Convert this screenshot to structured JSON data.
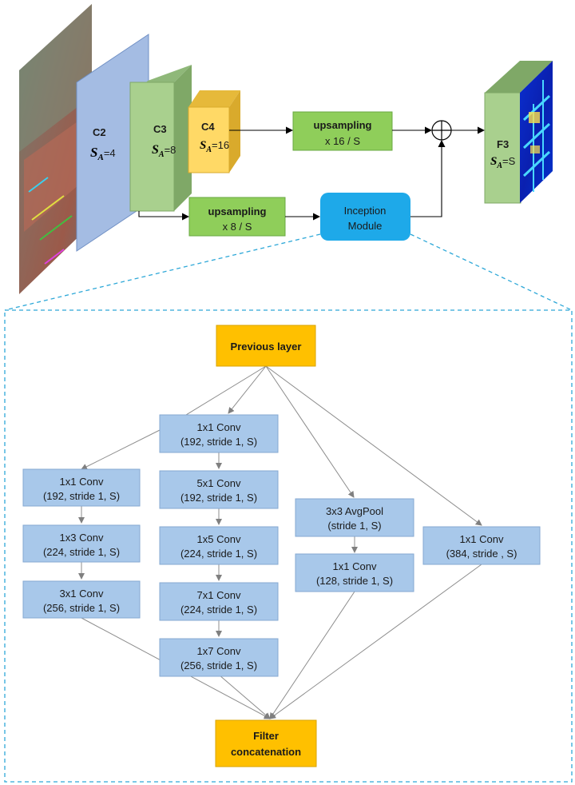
{
  "colors": {
    "layer_c2": "#a4bce3",
    "layer_c3": "#a9d08e",
    "layer_c4": "#ffd966",
    "layer_f3": "#a9d08e",
    "upsampling": "#8fce5a",
    "inception": "#1ea9e9",
    "conv_box": "#a8c8ea",
    "io_box": "#ffc000",
    "dashed": "#2ea8d8",
    "arrow": "#7f7f7f"
  },
  "top": {
    "c2": {
      "name": "C2",
      "scale": "=4"
    },
    "c3": {
      "name": "C3",
      "scale": "=8"
    },
    "c4": {
      "name": "C4",
      "scale": "=16"
    },
    "f3": {
      "name": "F3",
      "scale": "=S"
    },
    "scale_symbol": "S",
    "scale_subscript": "A",
    "upsampling_top": {
      "title": "upsampling",
      "factor": "x 16 / S"
    },
    "upsampling_bottom": {
      "title": "upsampling",
      "factor": "x 8 / S"
    },
    "inception": {
      "line1": "Inception",
      "line2": "Module"
    },
    "sum_symbol": "+"
  },
  "module": {
    "previous_layer": "Previous layer",
    "filter_concat": {
      "line1": "Filter",
      "line2": "concatenation"
    },
    "branch1": [
      {
        "op": "1x1 Conv",
        "params": "(192, stride 1, S)"
      },
      {
        "op": "1x3 Conv",
        "params": "(224, stride 1, S)"
      },
      {
        "op": "3x1 Conv",
        "params": "(256, stride 1, S)"
      }
    ],
    "branch2": [
      {
        "op": "1x1 Conv",
        "params": "(192, stride 1, S)"
      },
      {
        "op": "5x1 Conv",
        "params": "(192, stride 1, S)"
      },
      {
        "op": "1x5 Conv",
        "params": "(224, stride 1, S)"
      },
      {
        "op": "7x1 Conv",
        "params": "(224, stride 1, S)"
      },
      {
        "op": "1x7 Conv",
        "params": "(256, stride 1, S)"
      }
    ],
    "branch3": [
      {
        "op": "3x3 AvgPool",
        "params": "(stride 1, S)"
      },
      {
        "op": "1x1 Conv",
        "params": "(128, stride 1, S)"
      }
    ],
    "branch4": [
      {
        "op": "1x1 Conv",
        "params": "(384, stride , S)"
      }
    ]
  }
}
